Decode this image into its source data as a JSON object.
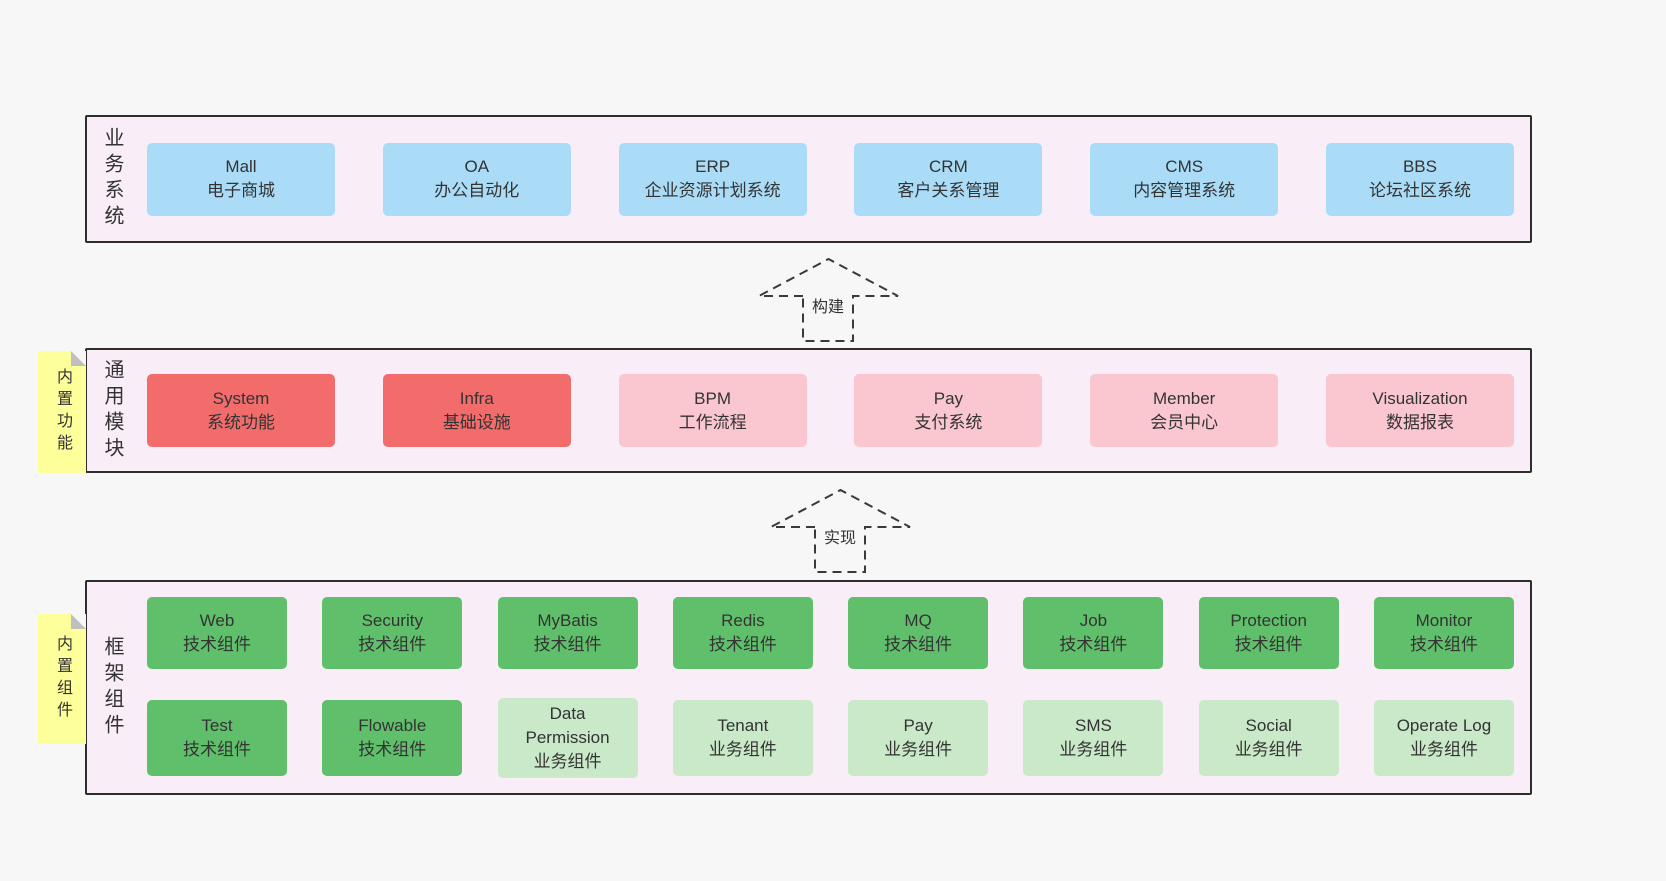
{
  "colors": {
    "page_bg": "#f7f7f7",
    "layer_bg": "#f9eef8",
    "layer_border": "#2e2e2e",
    "blue": "#aadcf7",
    "red": "#f26c6c",
    "pink": "#fac7d1",
    "green_dark": "#60bf6a",
    "green_light": "#c9e9c9",
    "sticky_yellow": "#fdff9a"
  },
  "layers": {
    "business": {
      "label": "业务系统",
      "boxes": [
        {
          "en": "Mall",
          "zh": "电子商城"
        },
        {
          "en": "OA",
          "zh": "办公自动化"
        },
        {
          "en": "ERP",
          "zh": "企业资源计划系统"
        },
        {
          "en": "CRM",
          "zh": "客户关系管理"
        },
        {
          "en": "CMS",
          "zh": "内容管理系统"
        },
        {
          "en": "BBS",
          "zh": "论坛社区系统"
        }
      ]
    },
    "modules": {
      "label": "通用模块",
      "sticky": "内置功能",
      "boxes": [
        {
          "en": "System",
          "zh": "系统功能",
          "variant": "red"
        },
        {
          "en": "Infra",
          "zh": "基础设施",
          "variant": "red"
        },
        {
          "en": "BPM",
          "zh": "工作流程",
          "variant": "pink"
        },
        {
          "en": "Pay",
          "zh": "支付系统",
          "variant": "pink"
        },
        {
          "en": "Member",
          "zh": "会员中心",
          "variant": "pink"
        },
        {
          "en": "Visualization",
          "zh": "数据报表",
          "variant": "pink"
        }
      ]
    },
    "components": {
      "label": "框架组件",
      "sticky": "内置组件",
      "row1": [
        {
          "en": "Web",
          "zh": "技术组件",
          "variant": "green-dark"
        },
        {
          "en": "Security",
          "zh": "技术组件",
          "variant": "green-dark"
        },
        {
          "en": "MyBatis",
          "zh": "技术组件",
          "variant": "green-dark"
        },
        {
          "en": "Redis",
          "zh": "技术组件",
          "variant": "green-dark"
        },
        {
          "en": "MQ",
          "zh": "技术组件",
          "variant": "green-dark"
        },
        {
          "en": "Job",
          "zh": "技术组件",
          "variant": "green-dark"
        },
        {
          "en": "Protection",
          "zh": "技术组件",
          "variant": "green-dark"
        },
        {
          "en": "Monitor",
          "zh": "技术组件",
          "variant": "green-dark"
        }
      ],
      "row2": [
        {
          "en": "Test",
          "zh": "技术组件",
          "variant": "green-dark"
        },
        {
          "en": "Flowable",
          "zh": "技术组件",
          "variant": "green-dark"
        },
        {
          "en": "Data Permission",
          "zh": "业务组件",
          "variant": "green-light"
        },
        {
          "en": "Tenant",
          "zh": "业务组件",
          "variant": "green-light"
        },
        {
          "en": "Pay",
          "zh": "业务组件",
          "variant": "green-light"
        },
        {
          "en": "SMS",
          "zh": "业务组件",
          "variant": "green-light"
        },
        {
          "en": "Social",
          "zh": "业务组件",
          "variant": "green-light"
        },
        {
          "en": "Operate Log",
          "zh": "业务组件",
          "variant": "green-light"
        }
      ]
    }
  },
  "arrows": [
    {
      "label": "构建"
    },
    {
      "label": "实现"
    }
  ]
}
